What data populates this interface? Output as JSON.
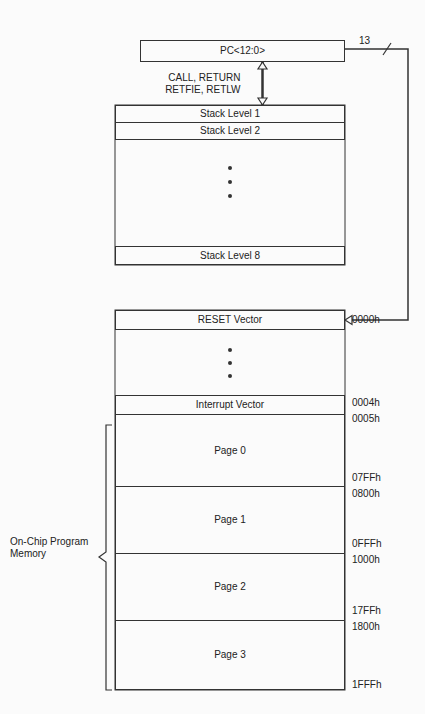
{
  "diagram": {
    "nodes": [
      {
        "text": [
          "PC<12:0>"
        ]
      },
      {
        "text": [
          "Stack Level 1"
        ]
      },
      {
        "text": [
          "Stack Level 2"
        ]
      },
      {
        "text": [
          "Stack Level 8"
        ]
      },
      {
        "text": [
          "RESET Vector"
        ]
      },
      {
        "text": [
          "Interrupt Vector"
        ]
      },
      {
        "text": [
          "Page 0"
        ]
      },
      {
        "text": [
          "Page 1"
        ]
      },
      {
        "text": [
          "Page 2"
        ]
      },
      {
        "text": [
          "Page 3"
        ]
      }
    ],
    "edges": [
      {
        "from": 0,
        "to": 1,
        "arrow": "both",
        "label": "CALL, RETURN RETFIE, RETLW"
      },
      {
        "from": 0,
        "to": 4,
        "arrow": "to",
        "label": "13"
      }
    ],
    "labels": [
      "0000h",
      "0004h",
      "0005h",
      "07FFh",
      "0800h",
      "0FFFh",
      "1000h",
      "17FFh",
      "1800h",
      "1FFFh",
      "On-Chip Program Memory"
    ]
  }
}
